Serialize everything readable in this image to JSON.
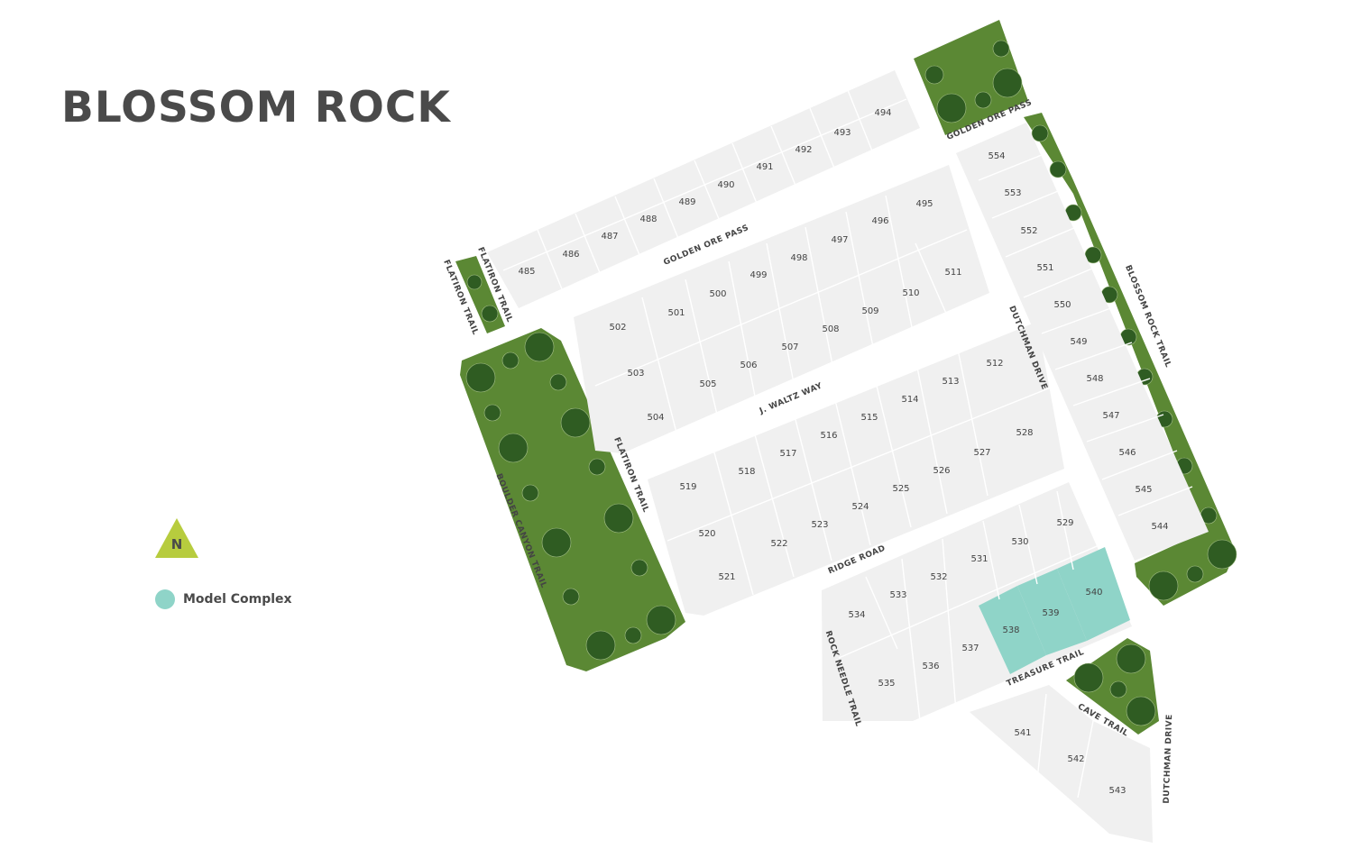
{
  "title": "BLOSSOM ROCK",
  "north_label": "N",
  "legend": {
    "model_complex_label": "Model Complex",
    "model_complex_color": "#8fd4c8"
  },
  "colors": {
    "park": "#5b8834",
    "block": "#f0f0f0",
    "title": "#4a4a4a",
    "north_marker": "#b7cc3e"
  },
  "streets": {
    "golden_ore_pass_1": "GOLDEN ORE PASS",
    "golden_ore_pass_2": "GOLDEN ORE PASS",
    "flatiron_trail_1": "FLATIRON TRAIL",
    "flatiron_trail_2": "FLATIRON TRAIL",
    "flatiron_trail_3": "FLATIRON TRAIL",
    "boulder_canyon_trail": "BOULDER CANYON TRAIL",
    "j_waltz_way": "J. WALTZ WAY",
    "ridge_road": "RIDGE ROAD",
    "dutchman_drive_1": "DUTCHMAN DRIVE",
    "dutchman_drive_2": "DUTCHMAN DRIVE",
    "blossom_rock_trail": "BLOSSOM ROCK TRAIL",
    "rock_needle_trail": "ROCK NEEDLE TRAIL",
    "treasure_trail": "TREASURE TRAIL",
    "cave_trail": "CAVE TRAIL"
  },
  "lots": {
    "l485": "485",
    "l486": "486",
    "l487": "487",
    "l488": "488",
    "l489": "489",
    "l490": "490",
    "l491": "491",
    "l492": "492",
    "l493": "493",
    "l494": "494",
    "l495": "495",
    "l496": "496",
    "l497": "497",
    "l498": "498",
    "l499": "499",
    "l500": "500",
    "l501": "501",
    "l502": "502",
    "l503": "503",
    "l504": "504",
    "l505": "505",
    "l506": "506",
    "l507": "507",
    "l508": "508",
    "l509": "509",
    "l510": "510",
    "l511": "511",
    "l512": "512",
    "l513": "513",
    "l514": "514",
    "l515": "515",
    "l516": "516",
    "l517": "517",
    "l518": "518",
    "l519": "519",
    "l520": "520",
    "l521": "521",
    "l522": "522",
    "l523": "523",
    "l524": "524",
    "l525": "525",
    "l526": "526",
    "l527": "527",
    "l528": "528",
    "l529": "529",
    "l530": "530",
    "l531": "531",
    "l532": "532",
    "l533": "533",
    "l534": "534",
    "l535": "535",
    "l536": "536",
    "l537": "537",
    "l538": "538",
    "l539": "539",
    "l540": "540",
    "l541": "541",
    "l542": "542",
    "l543": "543",
    "l544": "544",
    "l545": "545",
    "l546": "546",
    "l547": "547",
    "l548": "548",
    "l549": "549",
    "l550": "550",
    "l551": "551",
    "l552": "552",
    "l553": "553",
    "l554": "554"
  },
  "model_complex_lots": [
    "538",
    "539",
    "540"
  ]
}
